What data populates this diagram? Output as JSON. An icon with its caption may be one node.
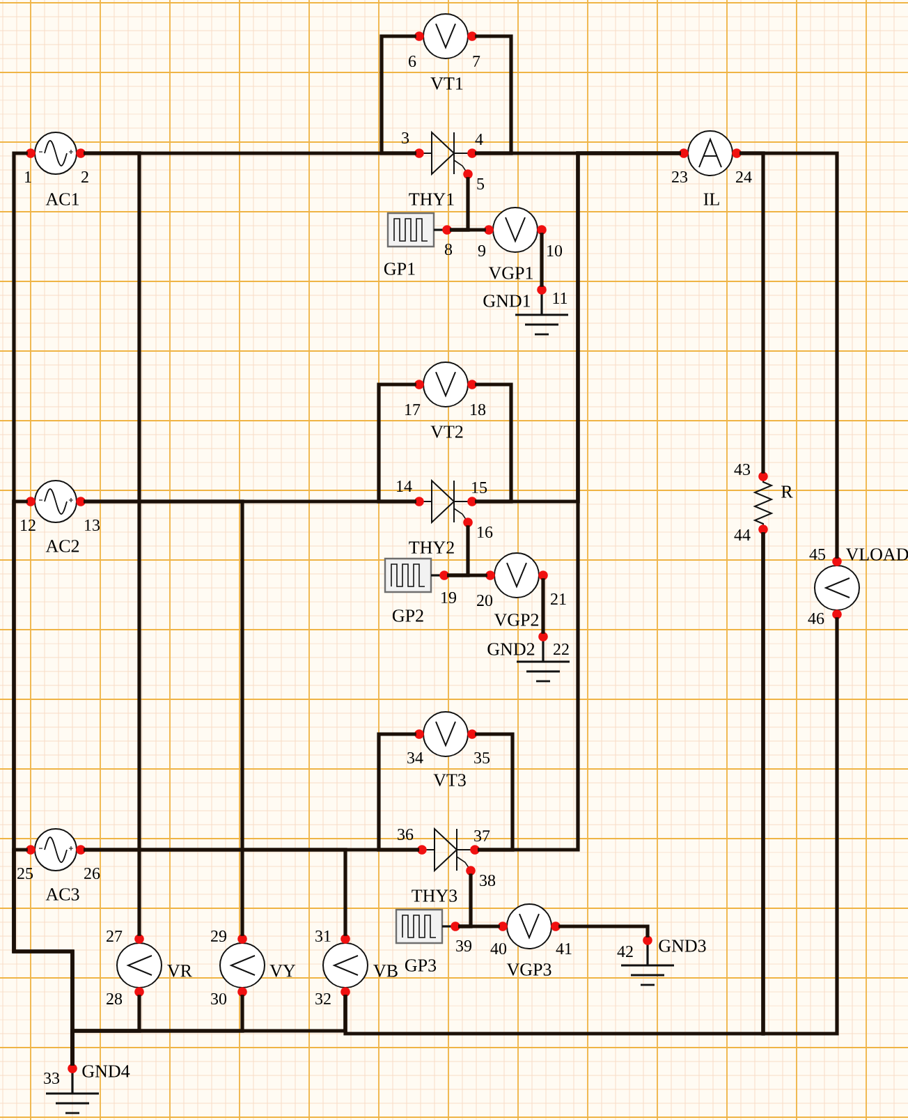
{
  "diagram": {
    "nodes": [
      {
        "text": [
          "VT1"
        ],
        "beside": [
          "6",
          "7"
        ]
      },
      {
        "text": [
          "AC1"
        ],
        "beside": [
          "1",
          "2"
        ]
      },
      {
        "text": [
          "THY1"
        ],
        "beside": [
          "3",
          "4",
          "5"
        ]
      },
      {
        "text": [
          "IL"
        ],
        "beside": [
          "23",
          "24"
        ]
      },
      {
        "text": [
          "GP1"
        ],
        "beside": [
          "8"
        ]
      },
      {
        "text": [
          "VGP1"
        ],
        "beside": [
          "9",
          "10"
        ]
      },
      {
        "text": [
          "GND1",
          "11"
        ]
      },
      {
        "text": [
          "VT2"
        ],
        "beside": [
          "17",
          "18"
        ]
      },
      {
        "text": [
          "R"
        ],
        "beside": [
          "43",
          "44"
        ]
      },
      {
        "text": [
          "AC2"
        ],
        "beside": [
          "12",
          "13"
        ]
      },
      {
        "text": [
          "THY2"
        ],
        "beside": [
          "14",
          "15",
          "16"
        ]
      },
      {
        "text": [
          "VLOAD"
        ],
        "beside": [
          "45",
          "46"
        ]
      },
      {
        "text": [
          "GP2"
        ],
        "beside": [
          "19"
        ]
      },
      {
        "text": [
          "VGP2"
        ],
        "beside": [
          "20",
          "21"
        ]
      },
      {
        "text": [
          "GND2",
          "22"
        ]
      },
      {
        "text": [
          "VT3"
        ],
        "beside": [
          "34",
          "35"
        ]
      },
      {
        "text": [
          "AC3"
        ],
        "beside": [
          "25",
          "26"
        ]
      },
      {
        "text": [
          "THY3"
        ],
        "beside": [
          "36",
          "37",
          "38"
        ]
      },
      {
        "text": [
          "GP3"
        ],
        "beside": [
          "39"
        ]
      },
      {
        "text": [
          "VGP3"
        ],
        "beside": [
          "40",
          "41"
        ]
      },
      {
        "text": [
          "GND3",
          "42"
        ]
      },
      {
        "text": [
          "VR"
        ],
        "beside": [
          "27",
          "28"
        ]
      },
      {
        "text": [
          "VY"
        ],
        "beside": [
          "29",
          "30"
        ]
      },
      {
        "text": [
          "VB"
        ],
        "beside": [
          "31",
          "32"
        ]
      },
      {
        "text": [
          "GND4",
          "33"
        ]
      }
    ],
    "edges": [
      {
        "from": 1,
        "to": 2,
        "arrow": "none"
      },
      {
        "from": 0,
        "to": 2,
        "arrow": "none"
      },
      {
        "from": 0,
        "to": 2,
        "arrow": "none"
      },
      {
        "from": 2,
        "to": 3,
        "arrow": "none"
      },
      {
        "from": 2,
        "to": 4,
        "arrow": "none"
      },
      {
        "from": 4,
        "to": 5,
        "arrow": "none"
      },
      {
        "from": 5,
        "to": 6,
        "arrow": "none"
      },
      {
        "from": 1,
        "to": 21,
        "arrow": "none"
      },
      {
        "from": 1,
        "to": 24,
        "arrow": "none"
      },
      {
        "from": 3,
        "to": 8,
        "arrow": "none"
      },
      {
        "from": 3,
        "to": 11,
        "arrow": "none"
      },
      {
        "from": 7,
        "to": 10,
        "arrow": "none"
      },
      {
        "from": 7,
        "to": 10,
        "arrow": "none"
      },
      {
        "from": 9,
        "to": 10,
        "arrow": "none"
      },
      {
        "from": 9,
        "to": 22,
        "arrow": "none"
      },
      {
        "from": 9,
        "to": 24,
        "arrow": "none"
      },
      {
        "from": 10,
        "to": 3,
        "arrow": "none"
      },
      {
        "from": 10,
        "to": 12,
        "arrow": "none"
      },
      {
        "from": 12,
        "to": 13,
        "arrow": "none"
      },
      {
        "from": 13,
        "to": 14,
        "arrow": "none"
      },
      {
        "from": 15,
        "to": 17,
        "arrow": "none"
      },
      {
        "from": 15,
        "to": 17,
        "arrow": "none"
      },
      {
        "from": 16,
        "to": 17,
        "arrow": "none"
      },
      {
        "from": 16,
        "to": 23,
        "arrow": "none"
      },
      {
        "from": 16,
        "to": 24,
        "arrow": "none"
      },
      {
        "from": 17,
        "to": 3,
        "arrow": "none"
      },
      {
        "from": 17,
        "to": 18,
        "arrow": "none"
      },
      {
        "from": 18,
        "to": 19,
        "arrow": "none"
      },
      {
        "from": 19,
        "to": 20,
        "arrow": "none"
      },
      {
        "from": 21,
        "to": 24,
        "arrow": "none"
      },
      {
        "from": 22,
        "to": 24,
        "arrow": "none"
      },
      {
        "from": 23,
        "to": 24,
        "arrow": "none"
      },
      {
        "from": 8,
        "to": 11,
        "arrow": "none"
      },
      {
        "from": 8,
        "to": 23,
        "arrow": "none"
      }
    ]
  }
}
